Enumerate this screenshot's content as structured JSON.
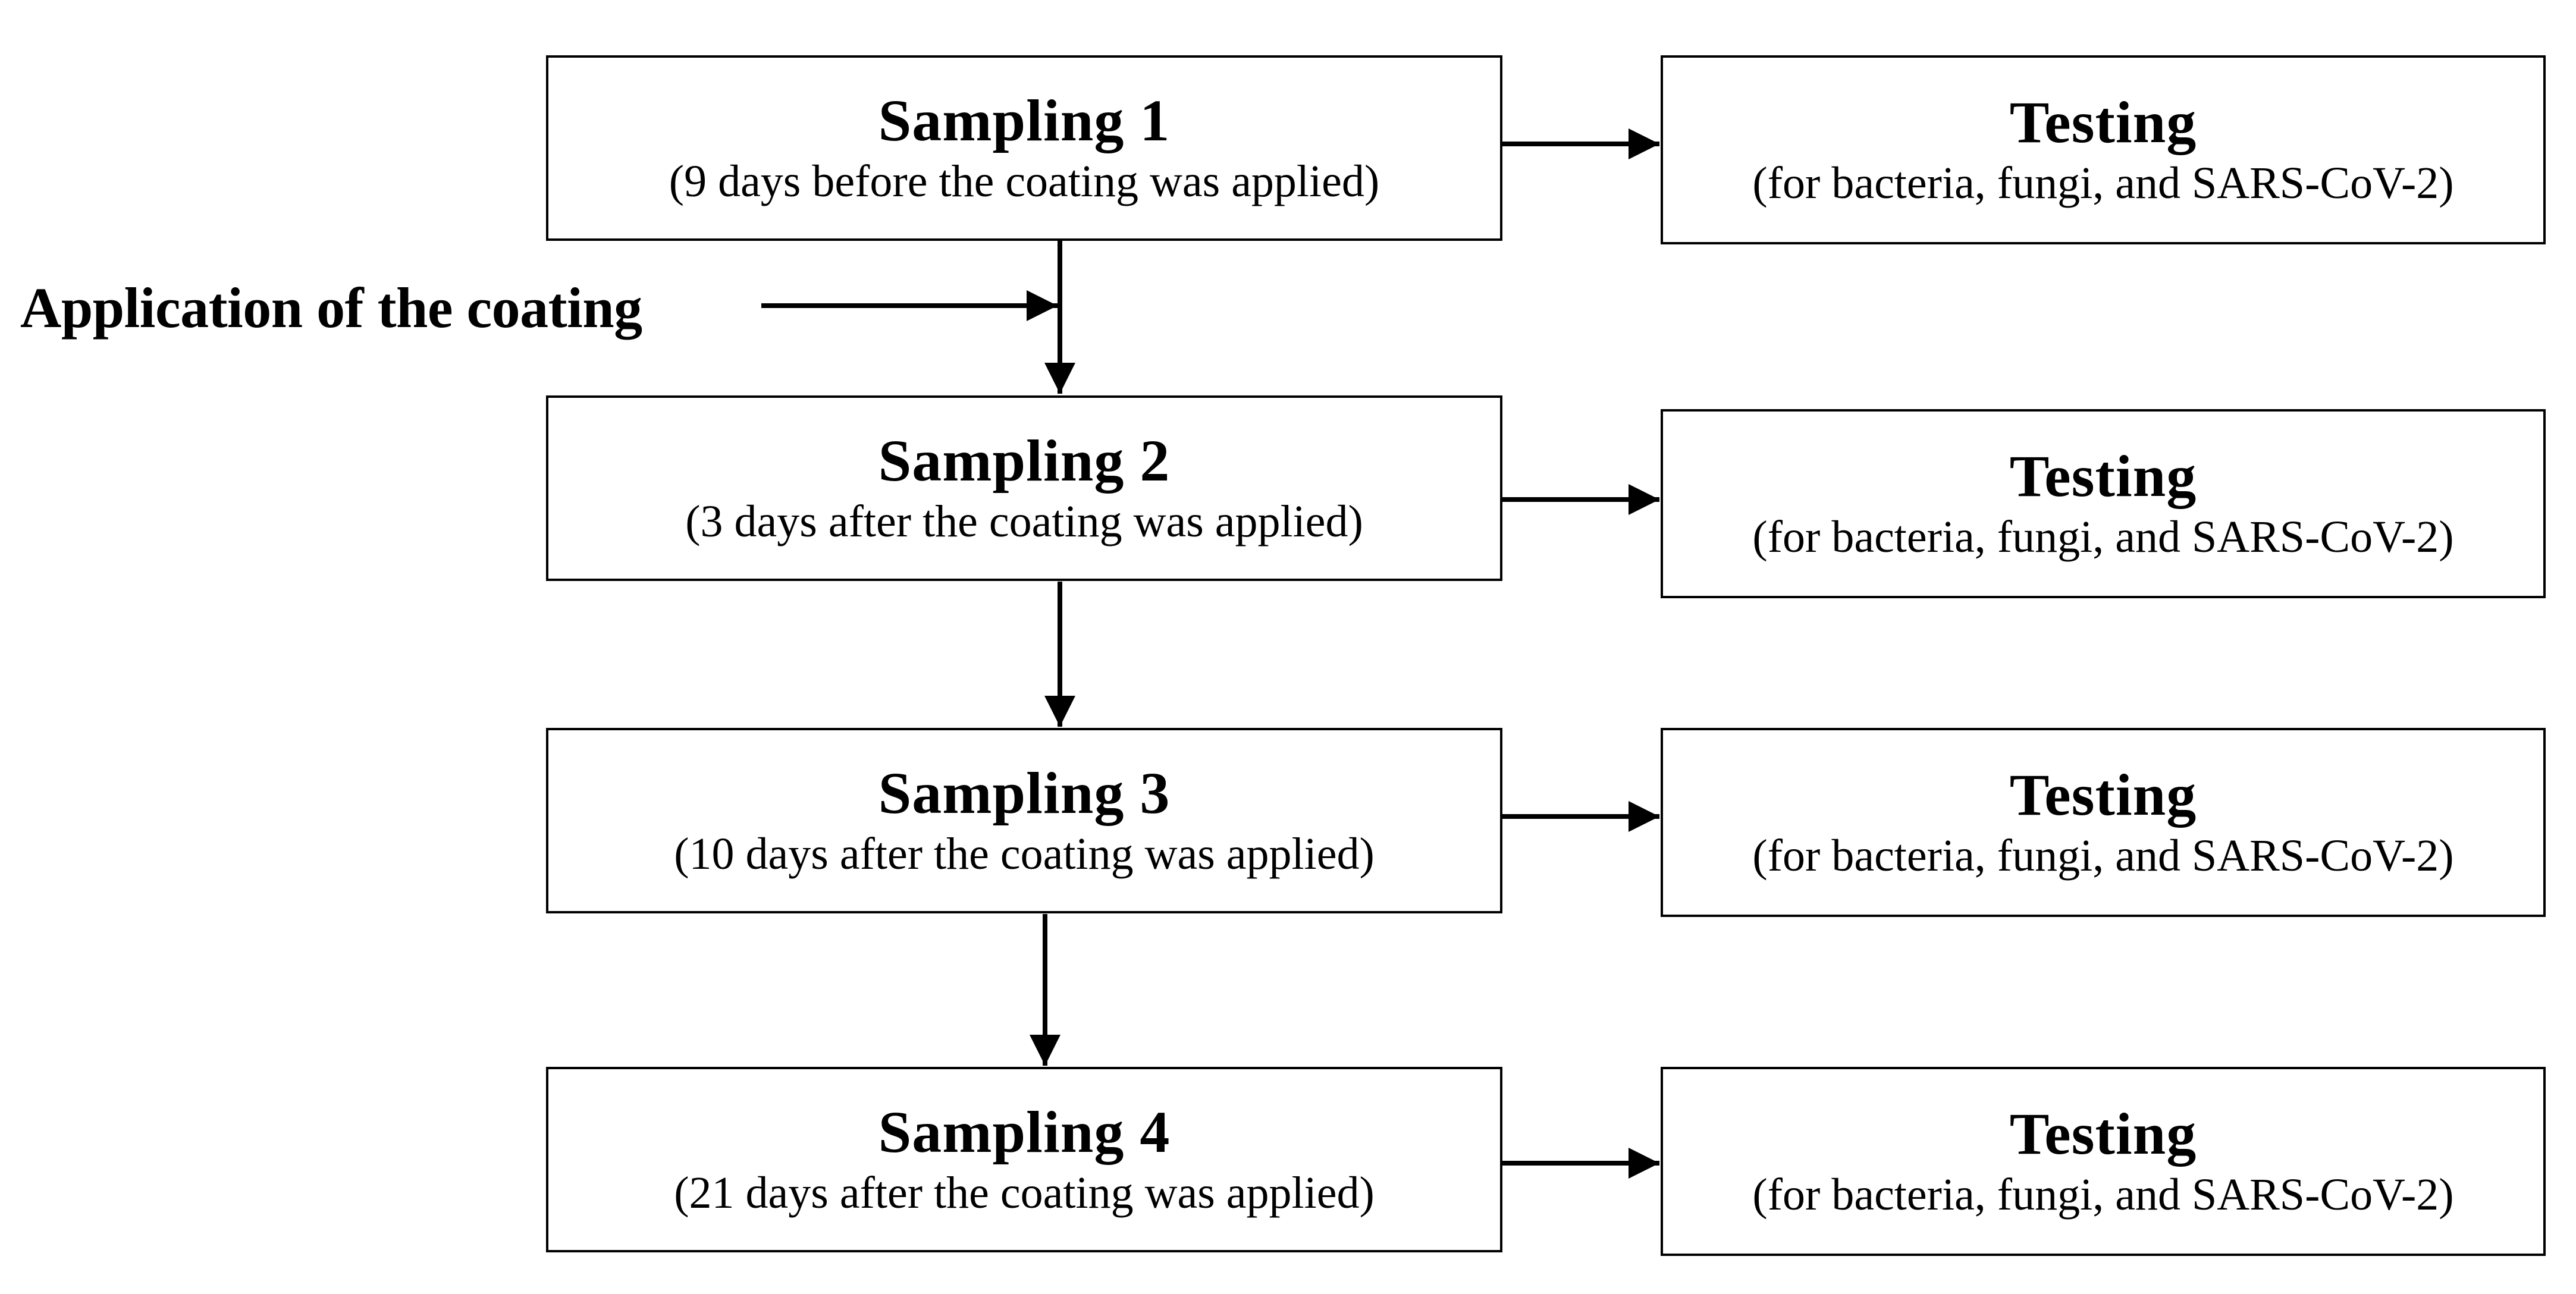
{
  "side_label": "Application of the coating",
  "samplings": [
    {
      "title": "Sampling 1",
      "subtitle": "(9 days before the coating was applied)"
    },
    {
      "title": "Sampling 2",
      "subtitle": "(3 days after the coating was applied)"
    },
    {
      "title": "Sampling 3",
      "subtitle": "(10 days after the coating was applied)"
    },
    {
      "title": "Sampling 4",
      "subtitle": "(21 days after the coating was applied)"
    }
  ],
  "testing": [
    {
      "title": "Testing",
      "subtitle": "(for bacteria, fungi, and SARS-CoV-2)"
    },
    {
      "title": "Testing",
      "subtitle": "(for bacteria, fungi, and SARS-CoV-2)"
    },
    {
      "title": "Testing",
      "subtitle": "(for bacteria, fungi, and SARS-CoV-2)"
    },
    {
      "title": "Testing",
      "subtitle": "(for bacteria, fungi, and SARS-CoV-2)"
    }
  ]
}
